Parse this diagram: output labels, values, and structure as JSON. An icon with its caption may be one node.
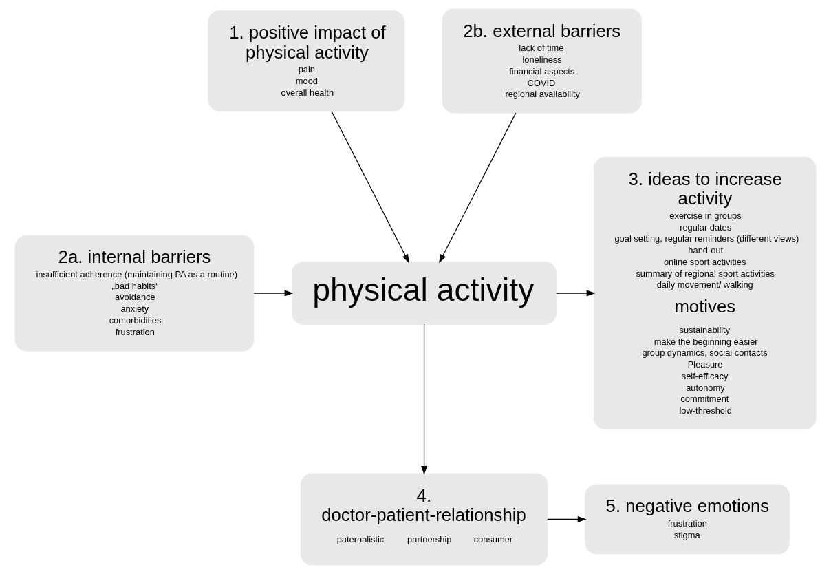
{
  "diagram": {
    "nodes": [
      {
        "text": [
          "1. positive impact of physical activity",
          "pain",
          "mood",
          "overall health"
        ]
      },
      {
        "text": [
          "2a. internal barriers",
          "insufficient adherence (maintaining PA as a routine)",
          "„bad habits“",
          "avoidance",
          "anxiety",
          "comorbidities",
          "frustration"
        ]
      },
      {
        "text": [
          "2b. external barriers",
          "lack of time",
          "loneliness",
          "financial aspects",
          "COVID",
          "regional availability"
        ]
      },
      {
        "text": [
          "physical activity"
        ]
      },
      {
        "text": [
          "3. ideas to increase activity",
          "exercise in groups",
          "regular dates",
          "goal setting, regular reminders (different views)",
          "hand-out",
          "online sport activities",
          "summary of regional sport activities",
          "daily movement/ walking",
          "motives",
          "sustainability",
          "make the beginning easier",
          "group dynamics, social contacts",
          "Pleasure",
          "self-efficacy",
          "autonomy",
          "commitment",
          "low-threshold"
        ]
      },
      {
        "text": [
          "4. doctor-patient-relationship",
          "paternalistic",
          "partnership",
          "consumer"
        ]
      },
      {
        "text": [
          "5. negative emotions",
          "frustration",
          "stigma"
        ]
      }
    ],
    "edges": [
      {
        "from": 0,
        "to": 3,
        "arrow": "to"
      },
      {
        "from": 1,
        "to": 3,
        "arrow": "to"
      },
      {
        "from": 2,
        "to": 3,
        "arrow": "to"
      },
      {
        "from": 3,
        "to": 4,
        "arrow": "to"
      },
      {
        "from": 3,
        "to": 5,
        "arrow": "to"
      },
      {
        "from": 5,
        "to": 6,
        "arrow": "to"
      }
    ]
  }
}
